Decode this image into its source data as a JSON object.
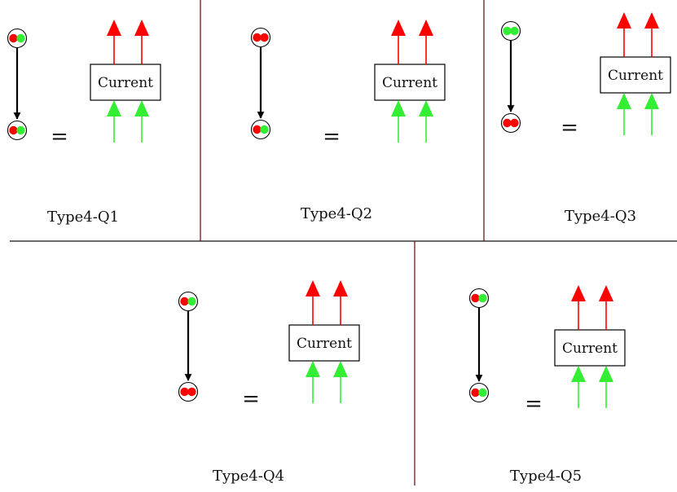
{
  "box_label": "Current",
  "equals_sign": "=",
  "colors": {
    "red": "#ff0000",
    "green": "#33ee33",
    "divider_dark": "#111111",
    "divider_maroon": "#6b1a1a"
  },
  "panels": [
    {
      "label": "Type4-Q1",
      "top_node": [
        "red",
        "green"
      ],
      "bottom_node": [
        "red",
        "green"
      ]
    },
    {
      "label": "Type4-Q2",
      "top_node": [
        "red",
        "red"
      ],
      "bottom_node": [
        "red",
        "green"
      ]
    },
    {
      "label": "Type4-Q3",
      "top_node": [
        "green",
        "green"
      ],
      "bottom_node": [
        "red",
        "red"
      ]
    },
    {
      "label": "Type4-Q4",
      "top_node": [
        "red",
        "green"
      ],
      "bottom_node": [
        "red",
        "red"
      ]
    },
    {
      "label": "Type4-Q5",
      "top_node": [
        "red",
        "green"
      ],
      "bottom_node": [
        "red",
        "green"
      ]
    }
  ]
}
